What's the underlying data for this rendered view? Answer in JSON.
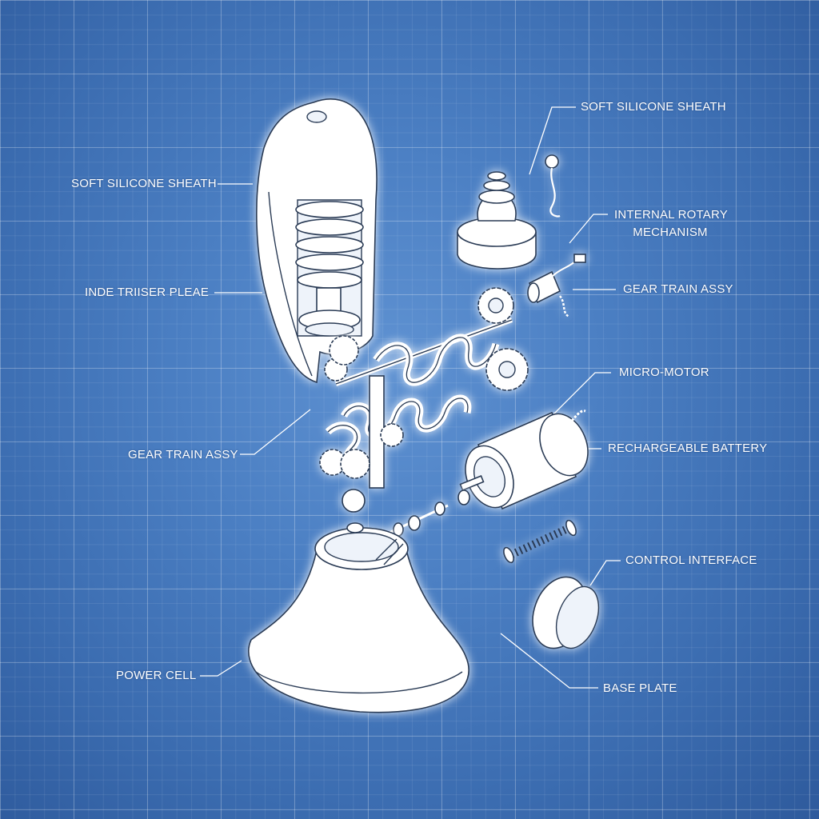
{
  "labels": {
    "sheath_left": "SOFT SILICONE SHEATH",
    "sheath_top": "SOFT SILICONE SHEATH",
    "inde_triser": "INDE TRIISER PLEAE",
    "rotary_line1": "INTERNAL ROTARY",
    "rotary_line2": "MECHANISM",
    "gear_right": "GEAR TRAIN ASSY",
    "gear_left": "GEAR TRAIN ASSY",
    "micro_motor": "MICRO-MOTOR",
    "battery": "RECHARGEABLE BATTERY",
    "control": "CONTROL INTERFACE",
    "power_cell": "POWER CELL",
    "base_plate": "BASE PLATE"
  },
  "colors": {
    "background": "#4b7fc3",
    "grid": "#ffffff",
    "line": "#2a3b55",
    "part_fill": "#ffffff"
  }
}
